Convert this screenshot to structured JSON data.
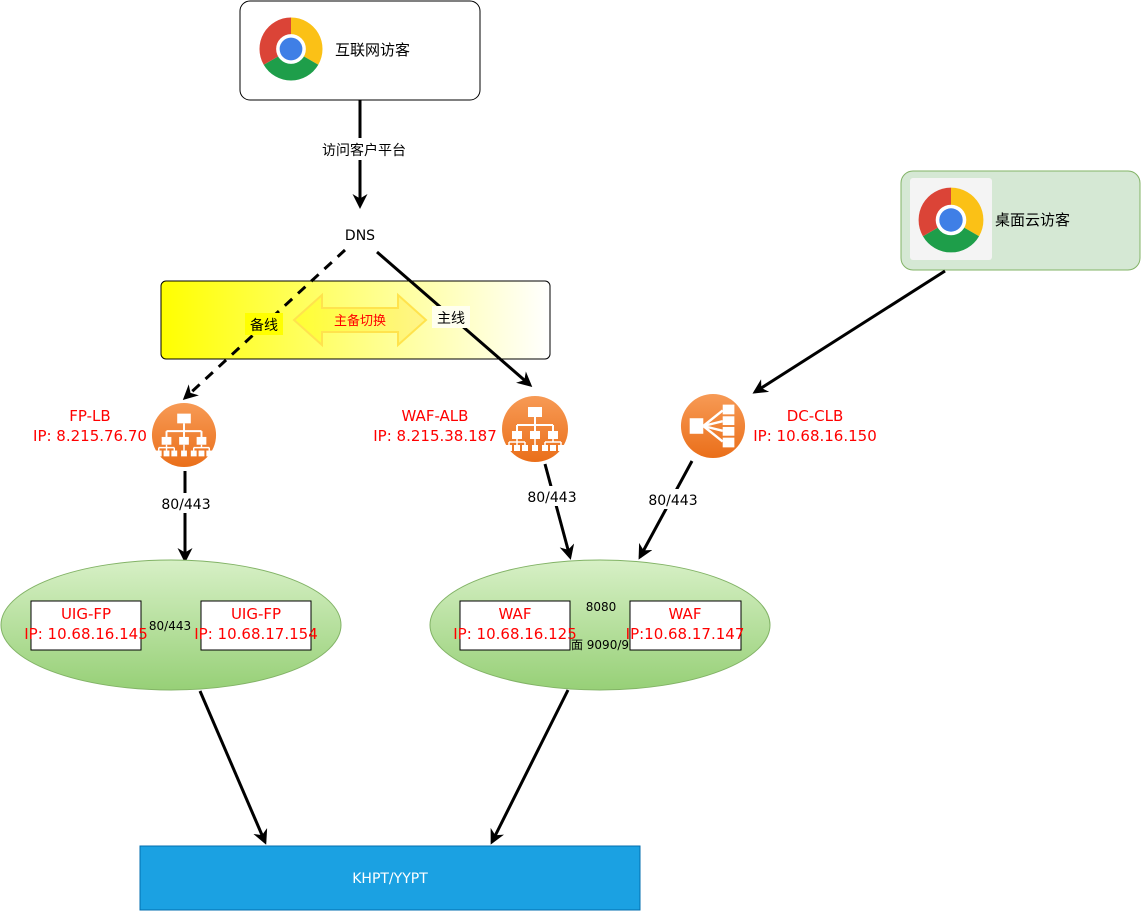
{
  "internet_visitor": {
    "label": "互联网访客",
    "icon": "chrome-icon"
  },
  "desktop_visitor": {
    "label": "桌面云访客",
    "icon": "chrome-icon"
  },
  "edge_label_visit": "访问客户平台",
  "dns": "DNS",
  "switch_band": {
    "backup_line": "备线",
    "main_line": "主线",
    "switch_label": "主备切换"
  },
  "fp_lb": {
    "name": "FP-LB",
    "ip": "IP: 8.215.76.70",
    "port": "80/443",
    "icon": "load-balancer-tree-icon"
  },
  "waf_alb": {
    "name": "WAF-ALB",
    "ip": "IP: 8.215.38.187",
    "port": "80/443",
    "icon": "load-balancer-tree-icon"
  },
  "dc_clb": {
    "name": "DC-CLB",
    "ip": "IP: 10.68.16.150",
    "port": "80/443",
    "icon": "load-balancer-fan-icon"
  },
  "uig_cluster": {
    "inner_port": "80/443",
    "nodes": [
      {
        "name": "UIG-FP",
        "ip": "IP: 10.68.16.145"
      },
      {
        "name": "UIG-FP",
        "ip": "IP: 10.68.17.154"
      }
    ]
  },
  "waf_cluster": {
    "inner_port_top": "8080",
    "inner_port_bottom": "面 9090/9",
    "nodes": [
      {
        "name": "WAF",
        "ip": "IP: 10.68.16.125"
      },
      {
        "name": "WAF",
        "ip": "IP:10.68.17.147"
      }
    ]
  },
  "backend": {
    "label": "KHPT/YYPT"
  },
  "colors": {
    "red_text": "#ff0000",
    "orange_icon": "#f58536",
    "green_cluster": "#97d077",
    "backend_blue": "#1ba1e2",
    "yellow_band": "#ffff00",
    "desktop_panel": "#d5e8d4"
  }
}
